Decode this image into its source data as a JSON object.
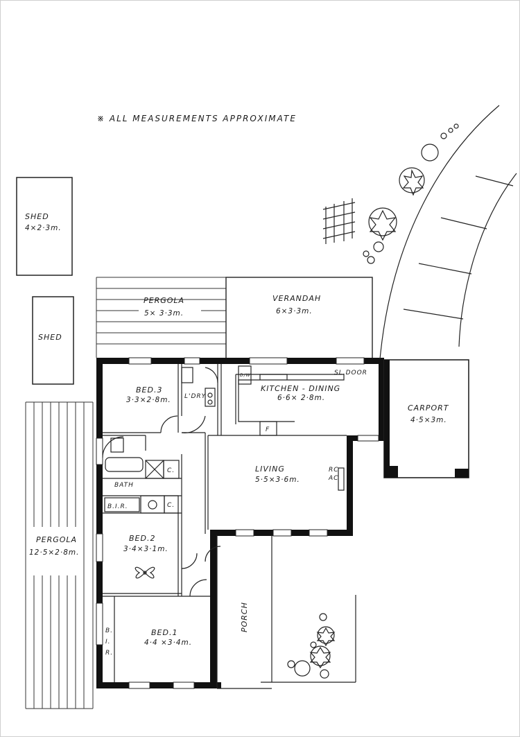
{
  "note": "※ ALL MEASUREMENTS APPROXIMATE",
  "rooms": {
    "shed1": {
      "name": "SHED",
      "dims": "4×2·3m."
    },
    "shed2": {
      "name": "SHED"
    },
    "pergola_top": {
      "name": "PERGOLA",
      "dims": "5× 3·3m."
    },
    "verandah": {
      "name": "VERANDAH",
      "dims": "6×3·3m."
    },
    "bed3": {
      "name": "BED.3",
      "dims": "3·3×2·8m."
    },
    "laundry": {
      "name": "L'DRY"
    },
    "kitchen": {
      "name": "KITCHEN - DINING",
      "dims": "6·6× 2·8m."
    },
    "sl_door": {
      "name": "SL.DOOR"
    },
    "carport": {
      "name": "CARPORT",
      "dims": "4·5×3m."
    },
    "bath": {
      "name": "BATH"
    },
    "bir_top": {
      "name": "B.I.R."
    },
    "living": {
      "name": "LIVING",
      "dims": "5·5×3·6m."
    },
    "rc_ac": {
      "line1": "RC",
      "line2": "AC"
    },
    "pergola_left": {
      "name": "PERGOLA",
      "dims": "12·5×2·8m."
    },
    "bed2": {
      "name": "BED.2",
      "dims": "3·4×3·1m."
    },
    "porch": {
      "name": "PORCH"
    },
    "bed1": {
      "name": "BED.1",
      "dims": "4·4 ×3·4m."
    },
    "bir_left": {
      "line1": "B.",
      "line2": "I.",
      "line3": "R."
    }
  },
  "fixtures": {
    "c1": "C.",
    "c2": "C.",
    "f": "F",
    "dw": "D/W"
  }
}
